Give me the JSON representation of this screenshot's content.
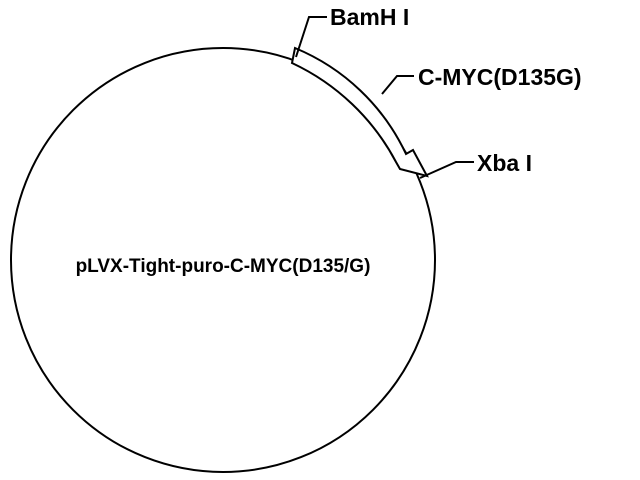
{
  "plasmid": {
    "name": "pLVX-Tight-puro-C-MYC(D135/G)"
  },
  "features": {
    "site_5prime": "BamH I",
    "insert": "C-MYC(D135G)",
    "site_3prime": "Xba I"
  },
  "colors": {
    "line": "#000000",
    "background": "#ffffff",
    "arrow_fill": "#ffffff"
  }
}
